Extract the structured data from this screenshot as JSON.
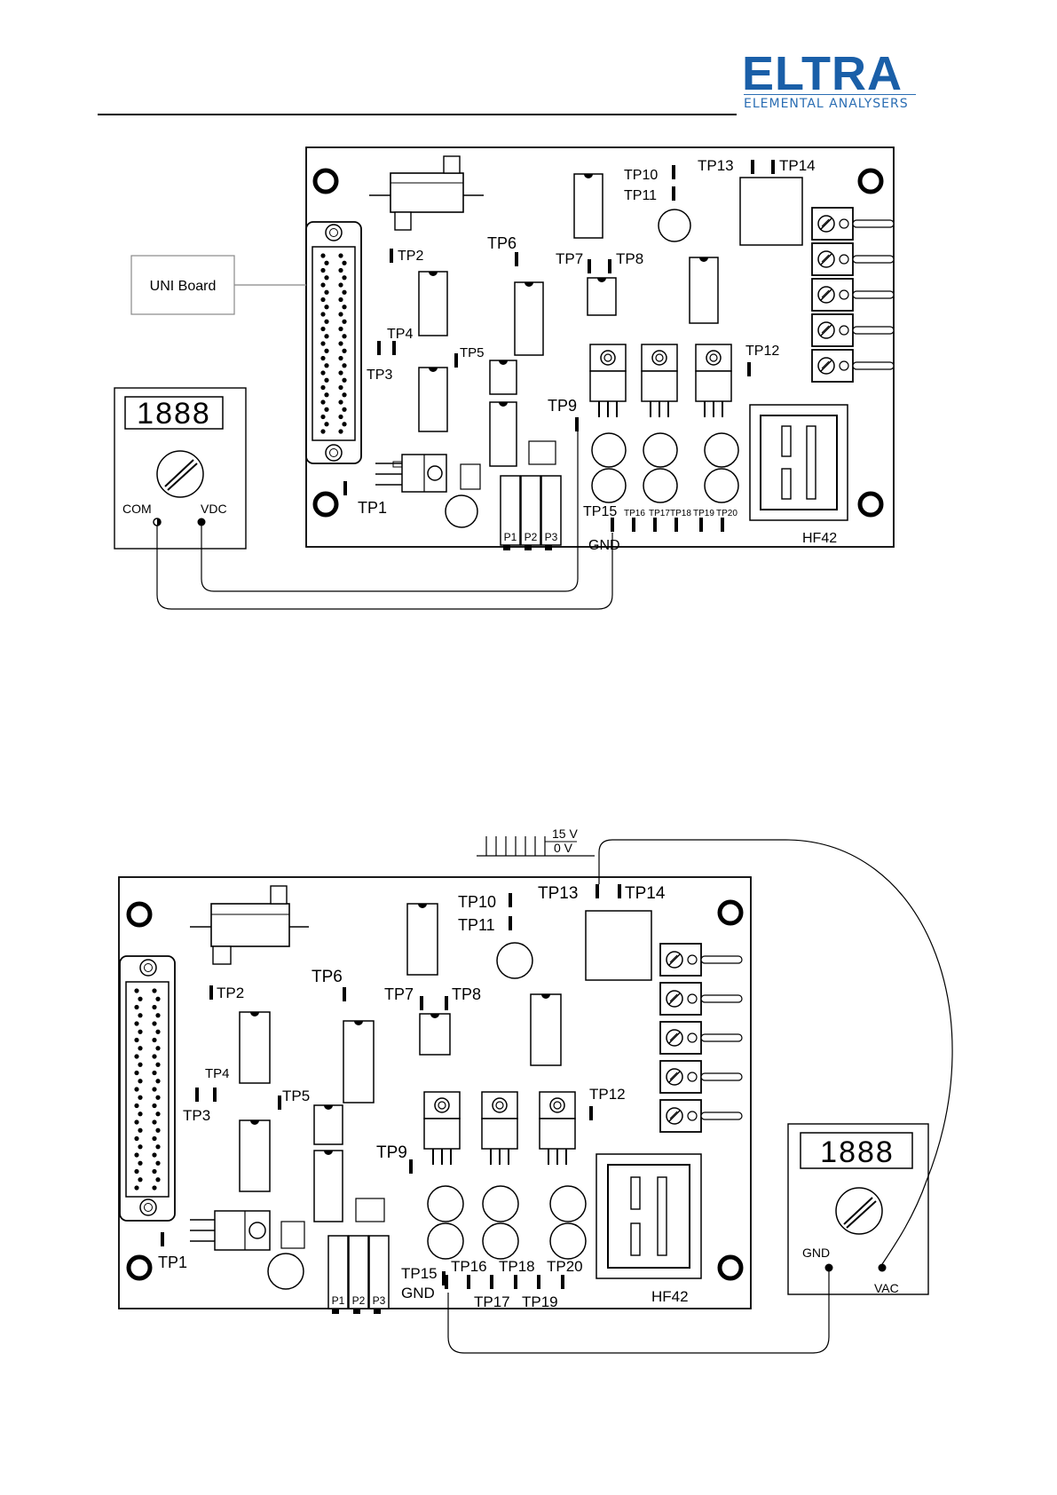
{
  "header": {
    "logo_text": "ELTRA",
    "logo_tagline": "ELEMENTAL ANALYSERS",
    "brand_color": "#1a5fa8",
    "tagline_color": "#2a6db3"
  },
  "diagram1": {
    "uni_board_label": "UNI Board",
    "meter": {
      "display": "1888",
      "com_label": "COM",
      "vdc_label": "VDC"
    },
    "board_label": "HF42",
    "gnd_label": "GND",
    "pots": [
      "P1",
      "P2",
      "P3"
    ],
    "tp": {
      "tp1": "TP1",
      "tp2": "TP2",
      "tp3": "TP3",
      "tp4": "TP4",
      "tp5": "TP5",
      "tp6": "TP6",
      "tp7": "TP7",
      "tp8": "TP8",
      "tp9": "TP9",
      "tp10": "TP10",
      "tp11": "TP11",
      "tp12": "TP12",
      "tp13": "TP13",
      "tp14": "TP14",
      "tp15": "TP15",
      "tp16": "TP16",
      "tp17": "TP17",
      "tp18": "TP18",
      "tp19": "TP19",
      "tp20": "TP20"
    }
  },
  "diagram2": {
    "supply_15v": "15 V",
    "supply_0v": "0 V",
    "meter": {
      "display": "1888",
      "gnd_label": "GND",
      "vac_label": "VAC"
    },
    "board_label": "HF42",
    "gnd_label": "GND",
    "pots": [
      "P1",
      "P2",
      "P3"
    ],
    "tp": {
      "tp1": "TP1",
      "tp2": "TP2",
      "tp3": "TP3",
      "tp4": "TP4",
      "tp5": "TP5",
      "tp6": "TP6",
      "tp7": "TP7",
      "tp8": "TP8",
      "tp9": "TP9",
      "tp10": "TP10",
      "tp11": "TP11",
      "tp12": "TP12",
      "tp13": "TP13",
      "tp14": "TP14",
      "tp15": "TP15",
      "tp16": "TP16",
      "tp17": "TP17",
      "tp18": "TP18",
      "tp19": "TP19",
      "tp20": "TP20"
    }
  }
}
